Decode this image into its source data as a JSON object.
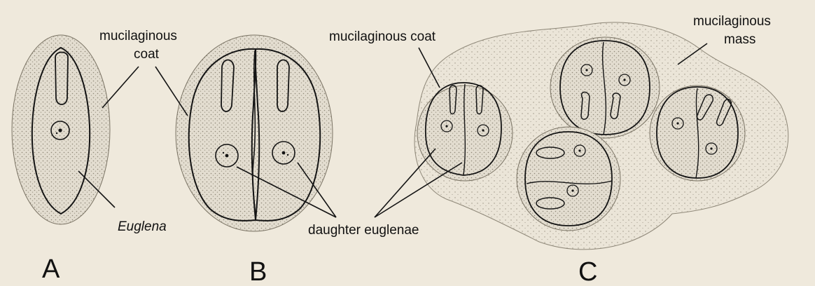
{
  "figure": {
    "labels": {
      "mucilaginous_coat_a": "mucilaginous coat",
      "euglena": "Euglena",
      "daughter_euglenae": "daughter euglenae",
      "mucilaginous_coat_c": "mucilaginous coat",
      "mucilaginous_mass": "mucilaginous mass"
    },
    "panels": [
      "A",
      "B",
      "C"
    ],
    "colors": {
      "paper": "#efe9dc",
      "ink": "#141414",
      "coat_stipple": "#b9b2a4",
      "cell_fill": "#f4f0e7"
    }
  }
}
